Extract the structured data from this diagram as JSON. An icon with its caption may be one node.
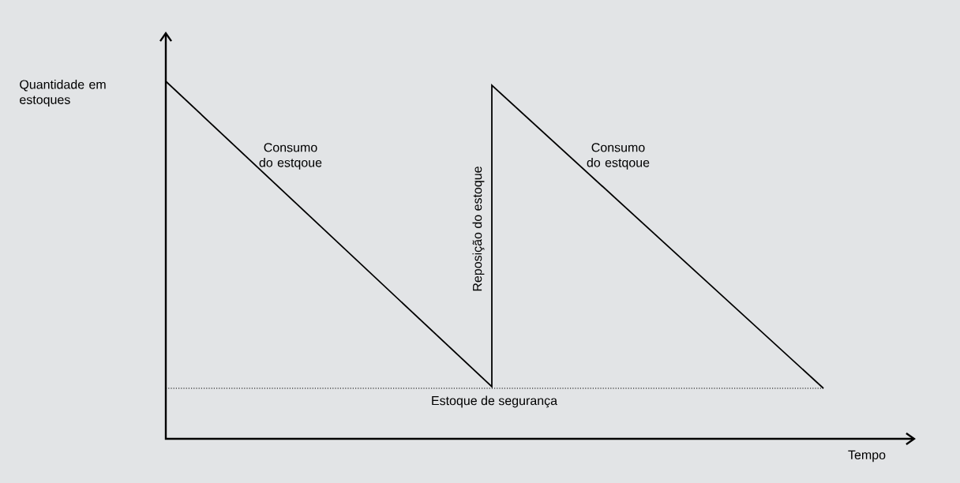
{
  "diagram": {
    "labels": [
      "Quantidade em estoques",
      "Consumo do estqoue",
      "Reposição do estoque",
      "Consumo do estqoue",
      "Estoque de segurança",
      "Tempo"
    ]
  }
}
